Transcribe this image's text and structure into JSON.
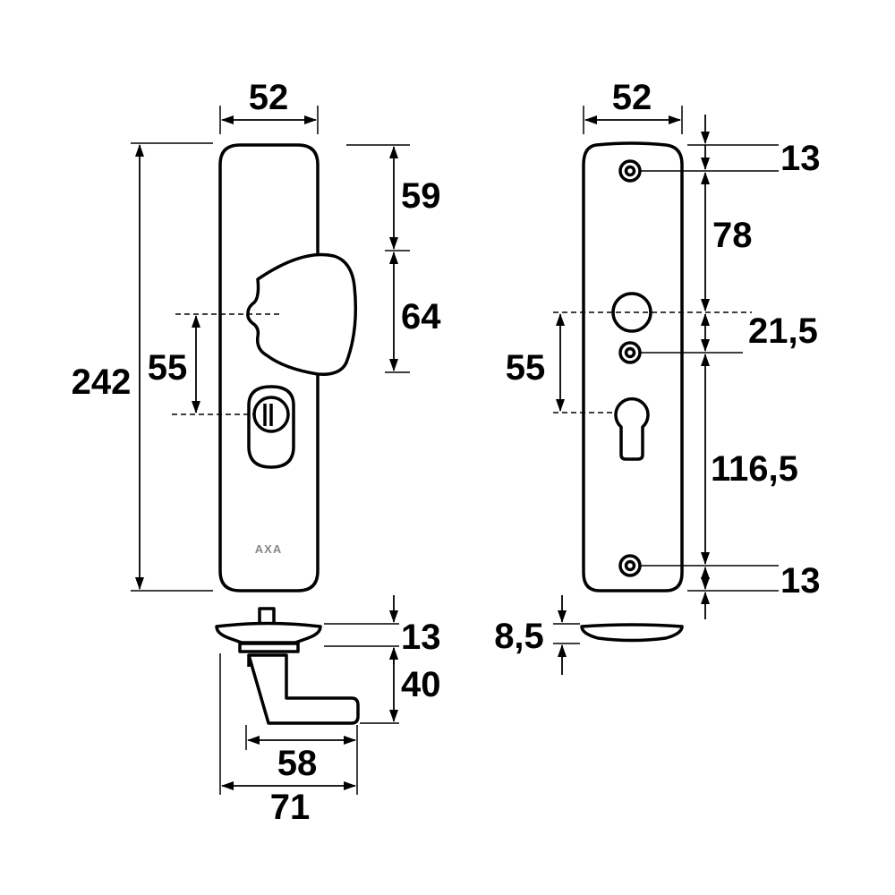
{
  "brand_logo": "AXA",
  "left_view": {
    "width_label": "52",
    "height_label": "242",
    "top_to_knob_label": "59",
    "knob_height_label": "64",
    "center_distance_label": "55",
    "side_top_label": "13",
    "side_projection_label": "40",
    "handle_depth_label": "58",
    "total_depth_label": "71"
  },
  "right_view": {
    "width_label": "52",
    "top_screw_label": "13",
    "screw_to_hole_label": "78",
    "hole_to_screw_label": "21,5",
    "center_distance_label": "55",
    "screw_span_label": "116,5",
    "bottom_screw_label": "13",
    "thickness_label": "8,5"
  }
}
